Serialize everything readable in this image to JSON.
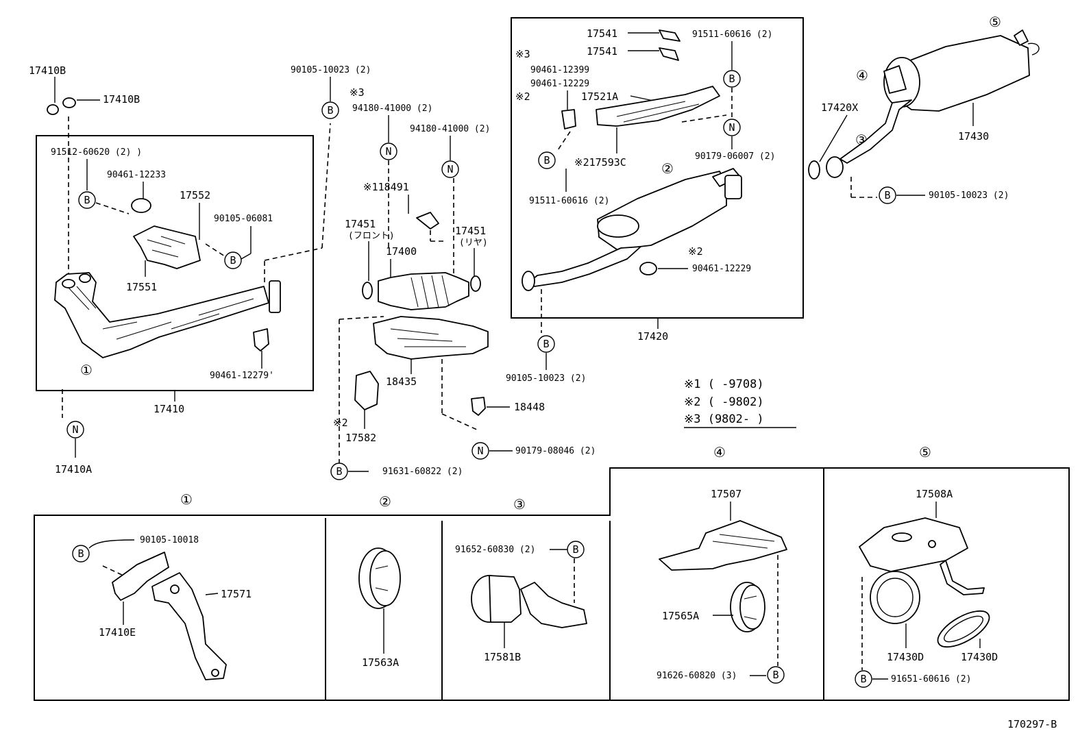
{
  "top_left": {
    "p17410B_a": "17410B",
    "p17410B_b": "17410B",
    "p91512": "91512-60620 (2) )",
    "p90461_12233": "90461-12233",
    "p17552": "17552",
    "p90105_06081": "90105-06081",
    "p17551": "17551",
    "p90461_12279": "90461-12279'",
    "p17410": "17410",
    "p17410A": "17410A",
    "circle_1": "①"
  },
  "center": {
    "p90105_10023_a": "90105-10023 (2)",
    "mark3": "※3",
    "p94180_a": "94180-41000 (2)",
    "p94180_b": "94180-41000 (2)",
    "p18491": "※118491",
    "p17451_f": "17451",
    "p17451_f_sub": "(フロント)",
    "p17451_r": "17451",
    "p17451_r_sub": "(リヤ)",
    "p17400": "17400",
    "p18435": "18435",
    "p18448": "18448",
    "mark2": "※2",
    "p17582": "17582",
    "p90179_08046": "90179-08046 (2)",
    "p91631": "91631-60822 (2)"
  },
  "center_right": {
    "p17541_a": "17541",
    "p17541_b": "17541",
    "p91511_a": "91511-60616 (2)",
    "mark3": "※3",
    "p90461_12399": "90461-12399",
    "p90461_12229_a": "90461-12229",
    "mark2_a": "※2",
    "p17521A": "17521A",
    "p17593C": "※217593C",
    "p90179_06007": "90179-06007 (2)",
    "p91511_b": "91511-60616 (2)",
    "circle_2": "②",
    "mark2_b": "※2",
    "p90461_12229_b": "90461-12229",
    "p17420": "17420",
    "p90105_10023_b": "90105-10023 (2)"
  },
  "top_right": {
    "circle_5": "⑤",
    "circle_4": "④",
    "circle_3": "③",
    "p17420X": "17420X",
    "p17430": "17430",
    "p90105_10023_c": "90105-10023 (2)"
  },
  "notes": {
    "n1": "※1 (      -9708)",
    "n2": "※2 (      -9802)",
    "n3": "※3 (9802-      )"
  },
  "bottom": {
    "c1": "①",
    "c2": "②",
    "c3": "③",
    "c4": "④",
    "c5": "⑤",
    "p90105_10018": "90105-10018",
    "p17571": "17571",
    "p17410E": "17410E",
    "p17563A": "17563A",
    "p91652": "91652-60830 (2)",
    "p17581B": "17581B",
    "p17507": "17507",
    "p17565A": "17565A",
    "p91626": "91626-60820 (3)",
    "p17508A": "17508A",
    "p17430D_a": "17430D",
    "p17430D_b": "17430D",
    "p91651": "91651-60616 (2)"
  },
  "footer": {
    "code": "170297-B"
  },
  "symbols": {
    "B": "B",
    "N": "N"
  }
}
